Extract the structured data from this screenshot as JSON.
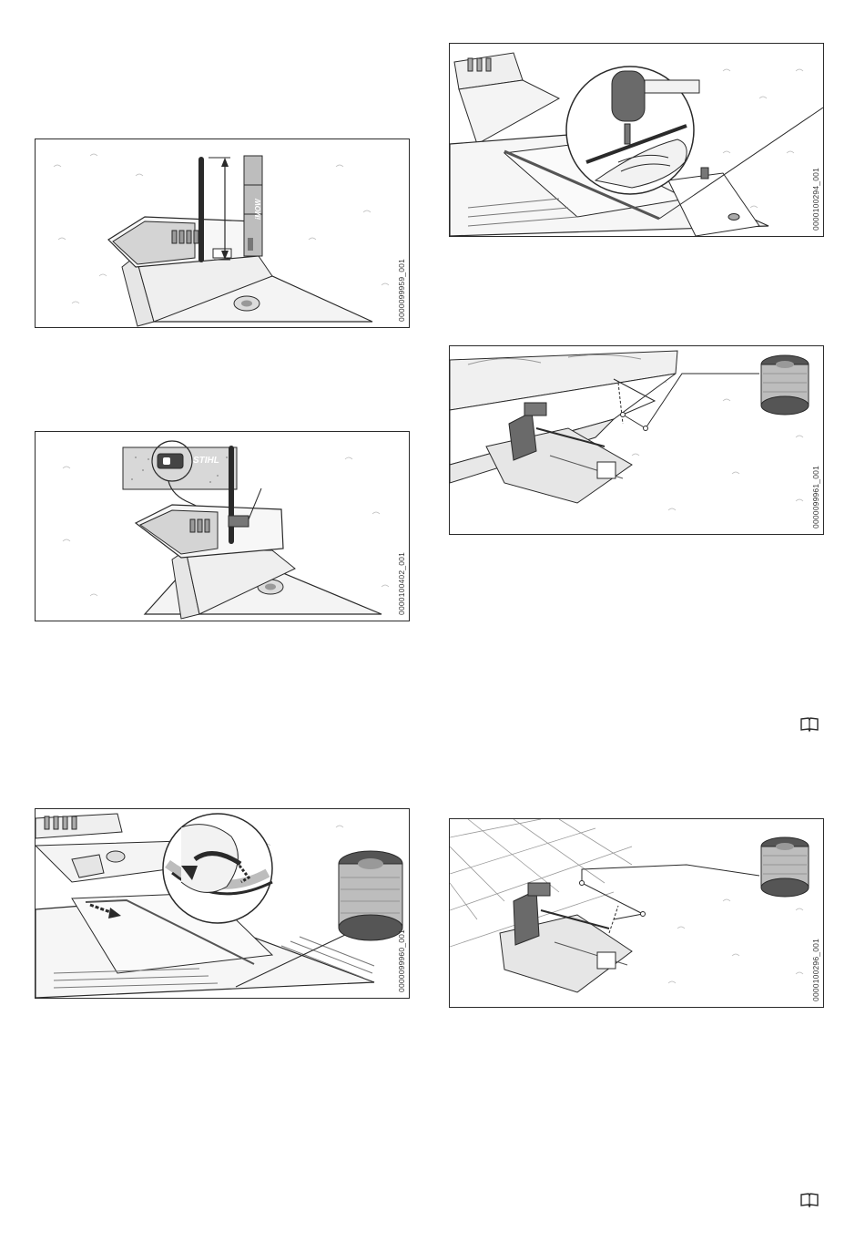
{
  "page": {
    "background": "#ffffff"
  },
  "figures": [
    {
      "id": "0000099959_001",
      "content": "wire-height-measurement",
      "labels": {
        "brand": "iMOW"
      }
    },
    {
      "id": "0000100402_001",
      "content": "wire-clip-label",
      "labels": {
        "brand": "STIHL"
      }
    },
    {
      "id": "0000099960_001",
      "content": "wire-into-channel"
    },
    {
      "id": "0000100294_001",
      "content": "hammer-peg"
    },
    {
      "id": "0000099961_001",
      "content": "dock-at-wall-with-wire-spool"
    },
    {
      "id": "0000100296_001",
      "content": "dock-on-paving-with-wire-spool"
    }
  ],
  "icons": [
    "book-icon",
    "book-icon"
  ],
  "colors": {
    "line": "#2a2a2a",
    "grass": "#bdbdbd",
    "fill_light": "#f2f2f2",
    "fill_mid": "#cfcfcf",
    "fill_dark": "#555555"
  }
}
